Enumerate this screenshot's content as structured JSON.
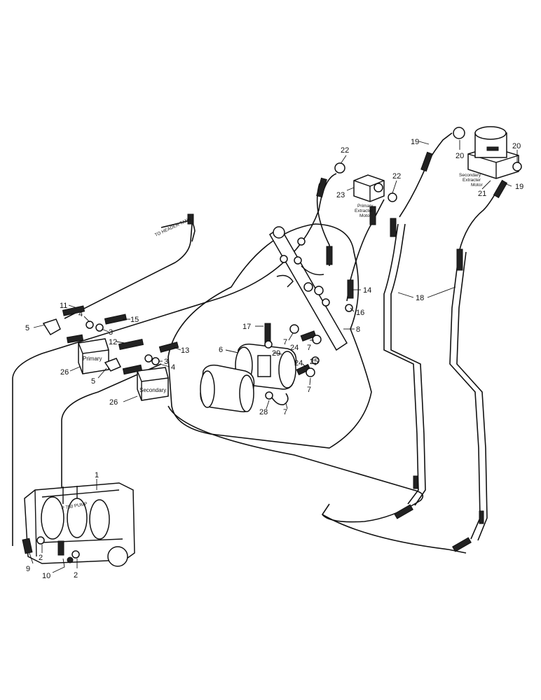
{
  "callouts": {
    "c1": "1",
    "c2a": "2",
    "c2b": "2",
    "c3a": "3",
    "c3b": "3",
    "c4a": "4",
    "c4b": "4",
    "c5a": "5",
    "c5b": "5",
    "c6": "6",
    "c7a": "7",
    "c7b": "7",
    "c7c": "7",
    "c7d": "7",
    "c8": "8",
    "c9": "9",
    "c10": "10",
    "c11": "11",
    "c12": "12",
    "c13": "13",
    "c14": "14",
    "c15": "15",
    "c16": "16",
    "c17": "17",
    "c18": "18",
    "c19a": "19",
    "c19b": "19",
    "c20a": "20",
    "c20b": "20",
    "c21": "21",
    "c22a": "22",
    "c22b": "22",
    "c23": "23",
    "c24a": "24",
    "c24b": "24",
    "c25": "25",
    "c26a": "26",
    "c26b": "26",
    "c28": "28",
    "c29": "29"
  },
  "labels": {
    "primary_block": "Primary",
    "secondary_block": "Secondary",
    "pump": "P 750 PUMP",
    "to_header": "TO HEADER TANK",
    "primary_motor_1": "Primary",
    "primary_motor_2": "Extracter",
    "primary_motor_3": "Motor",
    "secondary_motor_1": "Secondary",
    "secondary_motor_2": "Extracter",
    "secondary_motor_3": "Motor"
  }
}
